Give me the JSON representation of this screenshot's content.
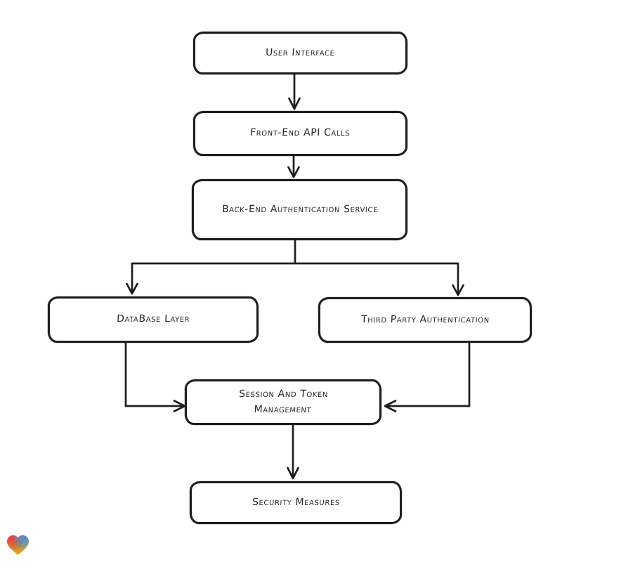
{
  "diagram": {
    "nodes": [
      {
        "id": "user-interface",
        "label": "User Interface"
      },
      {
        "id": "frontend-api-calls",
        "label": "Front-End API Calls"
      },
      {
        "id": "backend-auth-service",
        "label": "Back-End Authentication Service"
      },
      {
        "id": "database-layer",
        "label": "DataBase Layer"
      },
      {
        "id": "third-party-auth",
        "label": "Third Party Authentication"
      },
      {
        "id": "session-token-management",
        "label": "Session And Token Management"
      },
      {
        "id": "security-measures",
        "label": "Security Measures"
      }
    ],
    "edges": [
      {
        "from": "user-interface",
        "to": "frontend-api-calls"
      },
      {
        "from": "frontend-api-calls",
        "to": "backend-auth-service"
      },
      {
        "from": "backend-auth-service",
        "to": "database-layer"
      },
      {
        "from": "backend-auth-service",
        "to": "third-party-auth"
      },
      {
        "from": "database-layer",
        "to": "session-token-management"
      },
      {
        "from": "third-party-auth",
        "to": "session-token-management"
      },
      {
        "from": "session-token-management",
        "to": "security-measures"
      }
    ],
    "colors": {
      "stroke": "#1e1e1e",
      "node_fill": "#ffffff",
      "background": "#ffffff",
      "text": "#262626"
    }
  },
  "branding": {
    "logo_icon": "heart-logo",
    "logo_colors": {
      "red": "#e93d44",
      "blue": "#3e8ee0",
      "green": "#7fae4a",
      "orange": "#f79a1f"
    }
  }
}
